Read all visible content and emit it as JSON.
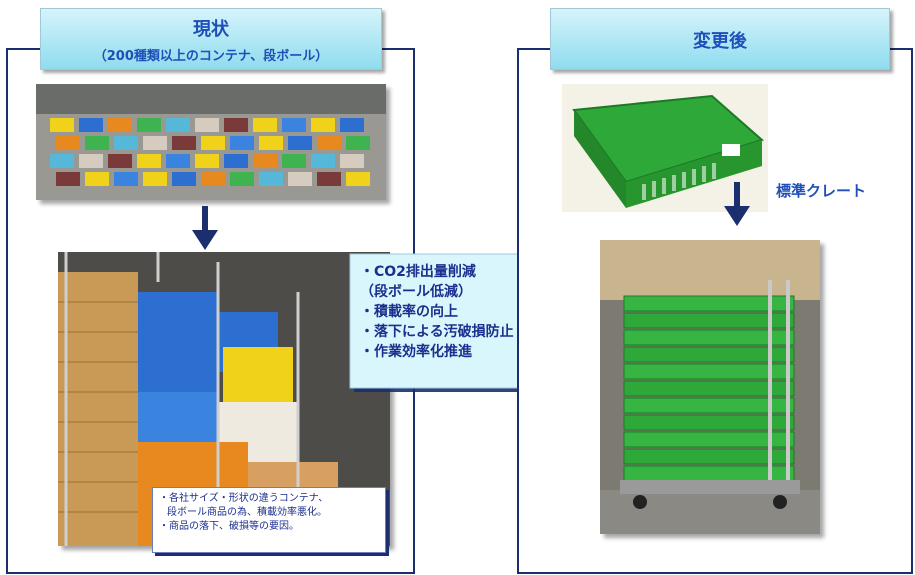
{
  "left": {
    "title": "現状",
    "subtitle": "（200種類以上のコンテナ、段ボール）",
    "note_lines": [
      "・各社サイズ・形状の違うコンテナ、",
      "段ボール商品の為、積載効率悪化。",
      "・商品の落下、破損等の要因。"
    ]
  },
  "center": {
    "bullets": [
      "・CO2排出量削減",
      "（段ボール低減）",
      "・積載率の向上",
      "・落下による汚破損防止",
      "・作業効率化推進"
    ]
  },
  "right": {
    "title": "変更後",
    "crate_label": "標準クレート"
  },
  "colors": {
    "banner_text": "#1f4fb8",
    "panel_border": "#1b2f6e",
    "arrow_fill": "#d8f6fc",
    "crate_green": "#2fa83a"
  }
}
